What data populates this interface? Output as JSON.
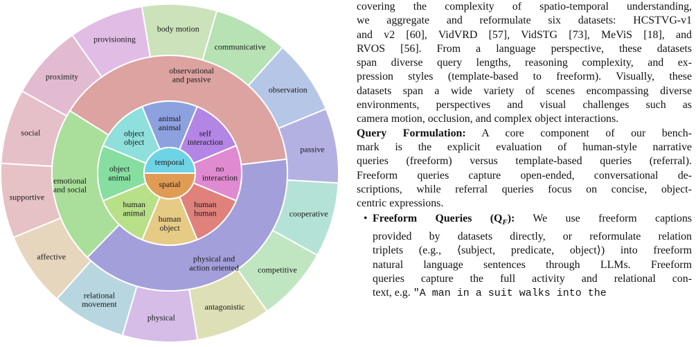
{
  "figure": {
    "colors": {
      "observational": "#dca3a1",
      "physical": "#a39fda",
      "emotional": "#a9df9a",
      "temporal": "#6fd3e6",
      "spatial": "#e09c55"
    },
    "inner_segments": [
      {
        "label": "animal\nanimal",
        "color": "#8ea1df",
        "span": 1
      },
      {
        "label": "self\ninteraction",
        "color": "#b385e5",
        "span": 1
      },
      {
        "label": "no\ninteraction",
        "color": "#e08ad1",
        "span": 1
      },
      {
        "label": "human\nhuman",
        "color": "#e0817c",
        "span": 1
      },
      {
        "label": "human\nobject",
        "color": "#e6cb85",
        "span": 1
      },
      {
        "label": "human\nanimal",
        "color": "#b8e088",
        "span": 1
      },
      {
        "label": "object\nanimal",
        "color": "#86dea0",
        "span": 1
      },
      {
        "label": "object\nobject",
        "color": "#8fdfdc",
        "span": 1
      }
    ],
    "middle_segments": [
      {
        "label": "observational\nand passive",
        "color": "#dca3a1",
        "span": 4
      },
      {
        "label": "physical and\naction oriented",
        "color": "#a39fda",
        "span": 4
      },
      {
        "label": "emotional\nand social",
        "color": "#a9df9a",
        "span": 2.2
      }
    ],
    "outer_segments": [
      {
        "label": "body motion",
        "color": "#cbe2bb",
        "span": 1
      },
      {
        "label": "communicative",
        "color": "#b6e2b4",
        "span": 1
      },
      {
        "label": "observation",
        "color": "#b6c6e6",
        "span": 1
      },
      {
        "label": "passive",
        "color": "#b3b0e2",
        "span": 1
      },
      {
        "label": "cooperative",
        "color": "#b4e2d6",
        "span": 1
      },
      {
        "label": "competitive",
        "color": "#bfe6c0",
        "span": 1
      },
      {
        "label": "antagonistic",
        "color": "#dde0b6",
        "span": 1
      },
      {
        "label": "physical",
        "color": "#d5bde7",
        "span": 1
      },
      {
        "label": "relational\nmovement",
        "color": "#b7d6e0",
        "span": 1
      },
      {
        "label": "affective",
        "color": "#e6d6bd",
        "span": 1
      },
      {
        "label": "supportive",
        "color": "#e6c2c5",
        "span": 1
      },
      {
        "label": "social",
        "color": "#e6c0c9",
        "span": 1
      },
      {
        "label": "proximity",
        "color": "#e2bbd1",
        "span": 1
      },
      {
        "label": "provisioning",
        "color": "#e1bde6",
        "span": 1
      }
    ],
    "center": {
      "top_label": "temporal",
      "bottom_label": "spatial"
    }
  },
  "text": {
    "p1": [
      "covering the complexity of spatio-temporal understanding,",
      "we aggregate and reformulate six datasets:  HCSTVG-v1",
      "and v2 [60], VidVRD [57], VidSTG [73], MeViS [18], and",
      "RVOS [56].  From a language perspective, these datasets",
      "span diverse query lengths, reasoning complexity, and ex-",
      "pression styles (template-based to freeform). Visually, these",
      "datasets span a wide variety of scenes encompassing diverse",
      "environments, perspectives and visual challenges such as",
      "camera motion, occlusion, and complex object interactions."
    ],
    "qf_heading": "Query Formulation:",
    "qf_lines": [
      " A core component of our bench-",
      "mark is the explicit evaluation of human-style narrative",
      "queries (freeform) versus template-based queries (referral).",
      "Freeform queries capture open-ended, conversational de-",
      "scriptions, while referral queries focus on concise, object-",
      "centric expressions."
    ],
    "bullet": "•",
    "fq_heading": "Freeform Queries (Q",
    "fq_sub": "F",
    "fq_close": "):",
    "fq_lines": [
      " We use freeform captions",
      "provided by datasets directly, or reformulate relation",
      "triplets (e.g., ⟨subject, predicate, object⟩) into freeform",
      "natural language sentences through LLMs.  Freeform",
      "queries capture the full activity and relational con-"
    ],
    "fq_last_prefix": "text, e.g. ",
    "fq_last_mono": "\"A man in a suit walks into the"
  }
}
